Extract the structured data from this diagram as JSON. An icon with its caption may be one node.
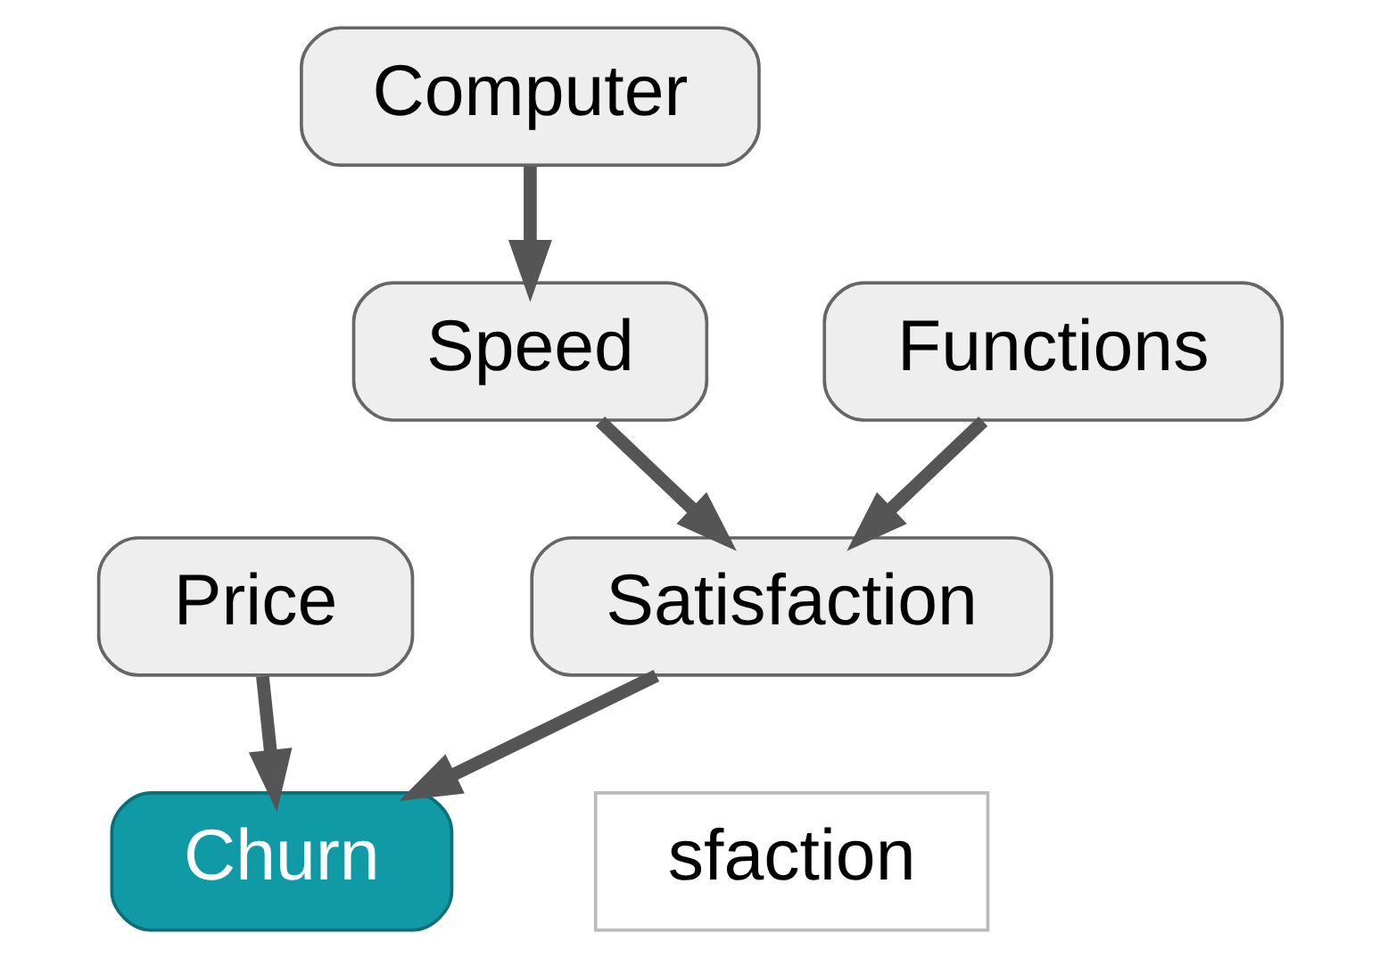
{
  "diagram": {
    "nodes": [
      {
        "text": [
          "Computer"
        ]
      },
      {
        "text": [
          "Functions"
        ]
      },
      {
        "text": [
          "Speed"
        ]
      },
      {
        "text": [
          "Satisfaction"
        ]
      },
      {
        "text": [
          "Price"
        ]
      },
      {
        "text": [
          "Churn"
        ]
      }
    ],
    "edges": [
      {
        "from": 0,
        "to": 2,
        "arrow": "to"
      },
      {
        "from": 1,
        "to": 3,
        "arrow": "to"
      },
      {
        "from": 2,
        "to": 3,
        "arrow": "to"
      },
      {
        "from": 3,
        "to": 5,
        "arrow": "to"
      },
      {
        "from": 4,
        "to": 5,
        "arrow": "to"
      }
    ],
    "labels": [
      "sfaction"
    ]
  }
}
